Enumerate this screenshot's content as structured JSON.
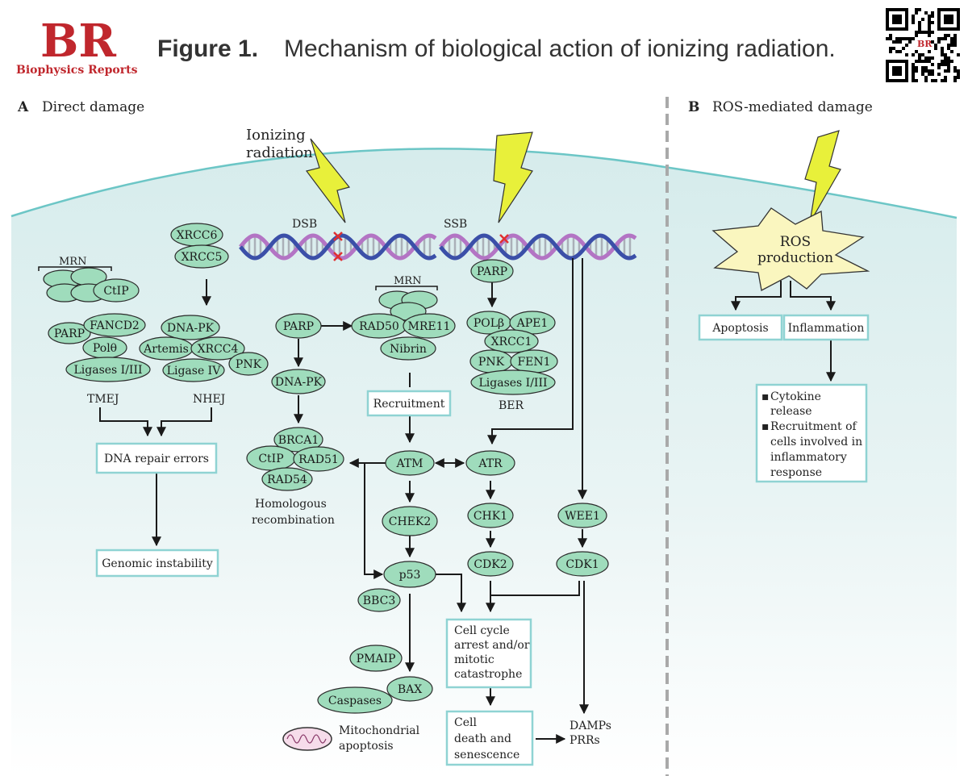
{
  "header": {
    "logo_letters": "BR",
    "logo_name": "Biophysics Reports",
    "figure_label": "Figure 1.",
    "figure_caption": "Mechanism of biological action of ionizing radiation."
  },
  "panel_a": {
    "letter": "A",
    "title": "Direct damage",
    "radiation_label_1": "Ionizing",
    "radiation_label_2": "radiation",
    "dsb": "DSB",
    "ssb": "SSB"
  },
  "panel_b": {
    "letter": "B",
    "title": "ROS-mediated damage",
    "ros_1": "ROS",
    "ros_2": "production"
  },
  "tmej": {
    "mrn": "MRN",
    "ctip": "CtIP",
    "parp": "PARP",
    "fancd2": "FANCD2",
    "pol_theta": "Polθ",
    "ligases": "Ligases I/III",
    "label": "TMEJ"
  },
  "nhej": {
    "xrcc6": "XRCC6",
    "xrcc5": "XRCC5",
    "dnapk": "DNA-PK",
    "artemis": "Artemis",
    "xrcc4": "XRCC4",
    "ligase4": "Ligase IV",
    "pnk": "PNK",
    "label": "NHEJ"
  },
  "hr": {
    "parp": "PARP",
    "dnapk": "DNA-PK",
    "brca1": "BRCA1",
    "ctip": "CtIP",
    "rad51": "RAD51",
    "rad54": "RAD54",
    "label_1": "Homologous",
    "label_2": "recombination"
  },
  "mrn_center": {
    "mrn": "MRN",
    "rad50": "RAD50",
    "mre11": "MRE11",
    "nibrin": "Nibrin",
    "recruitment": "Recruitment"
  },
  "ber": {
    "parp": "PARP",
    "polb": "POLβ",
    "ape1": "APE1",
    "xrcc1": "XRCC1",
    "pnk": "PNK",
    "fen1": "FEN1",
    "ligases": "Ligases I/III",
    "label": "BER"
  },
  "signaling": {
    "atm": "ATM",
    "atr": "ATR",
    "chek2": "CHEK2",
    "chk1": "CHK1",
    "wee1": "WEE1",
    "p53": "p53",
    "cdk2": "CDK2",
    "cdk1": "CDK1",
    "bbc3": "BBC3",
    "pmaip": "PMAIP",
    "bax": "BAX",
    "caspases": "Caspases",
    "mito_1": "Mitochondrial",
    "mito_2": "apoptosis"
  },
  "outcomes": {
    "repair_errors": "DNA repair errors",
    "genomic": "Genomic instability",
    "arrest_1": "Cell cycle",
    "arrest_2": "arrest and/or",
    "arrest_3": "mitotic",
    "arrest_4": "catastrophe",
    "death_1": "Cell",
    "death_2": "death and",
    "death_3": "senescence",
    "damps": "DAMPs",
    "prrs": "PRRs"
  },
  "ros_effects": {
    "apoptosis": "Apoptosis",
    "inflammation": "Inflammation",
    "item1_1": "Cytokine",
    "item1_2": "release",
    "item2_1": "Recruitment of",
    "item2_2": "cells involved in",
    "item2_3": "inflammatory",
    "item2_4": "response"
  },
  "colors": {
    "node_fill": "#9fdcbc",
    "box_border": "#8fd3d3",
    "membrane": "#6cc6c6",
    "bolt": "#e8f03a",
    "ros_fill": "#faf6bf",
    "brand_red": "#c0272d",
    "dna_blue": "#3b4fa8",
    "dna_purple": "#b374c4"
  }
}
